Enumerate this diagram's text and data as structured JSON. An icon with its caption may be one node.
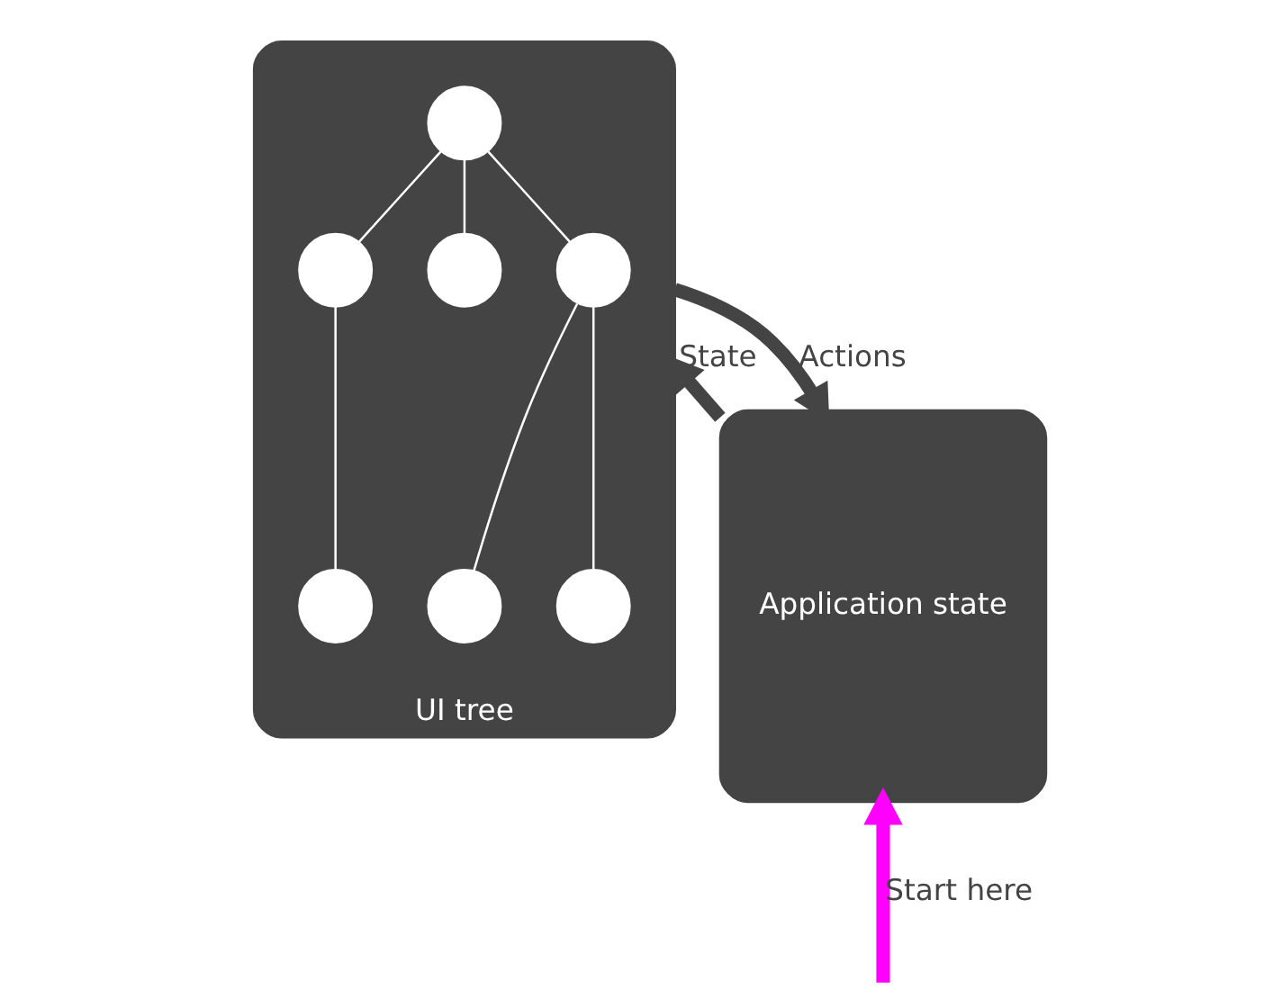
{
  "diagram": {
    "nodes": [
      {
        "text": [
          "Application state"
        ]
      },
      {
        "text": [
          "UI tree"
        ]
      },
      {
        "text": [],
        "shape": "circle",
        "in": 1
      },
      {
        "text": [],
        "shape": "circle",
        "in": 1
      },
      {
        "text": [],
        "shape": "circle",
        "in": 1
      },
      {
        "text": [],
        "shape": "circle",
        "in": 1
      },
      {
        "text": [],
        "shape": "circle",
        "in": 1
      },
      {
        "text": [],
        "shape": "circle",
        "in": 1
      },
      {
        "text": [],
        "shape": "circle",
        "in": 1
      }
    ],
    "edges": [
      {
        "from": 2,
        "to": 3,
        "arrow": "none"
      },
      {
        "from": 2,
        "to": 4,
        "arrow": "none"
      },
      {
        "from": 2,
        "to": 5,
        "arrow": "none"
      },
      {
        "from": 3,
        "to": 6,
        "arrow": "none"
      },
      {
        "from": 3,
        "to": 7,
        "arrow": "none"
      },
      {
        "from": 5,
        "to": 8,
        "arrow": "none"
      },
      {
        "from": 0,
        "to": 1,
        "arrow": "to",
        "label": "State",
        "style": "thick",
        "color": "#444444"
      },
      {
        "from": 1,
        "to": 0,
        "arrow": "to",
        "label": "Actions",
        "style": "thick",
        "color": "#444444"
      },
      {
        "from": null,
        "to": 0,
        "arrow": "to",
        "label": "Start here",
        "style": "thick",
        "color": "#ff00ff"
      }
    ]
  }
}
